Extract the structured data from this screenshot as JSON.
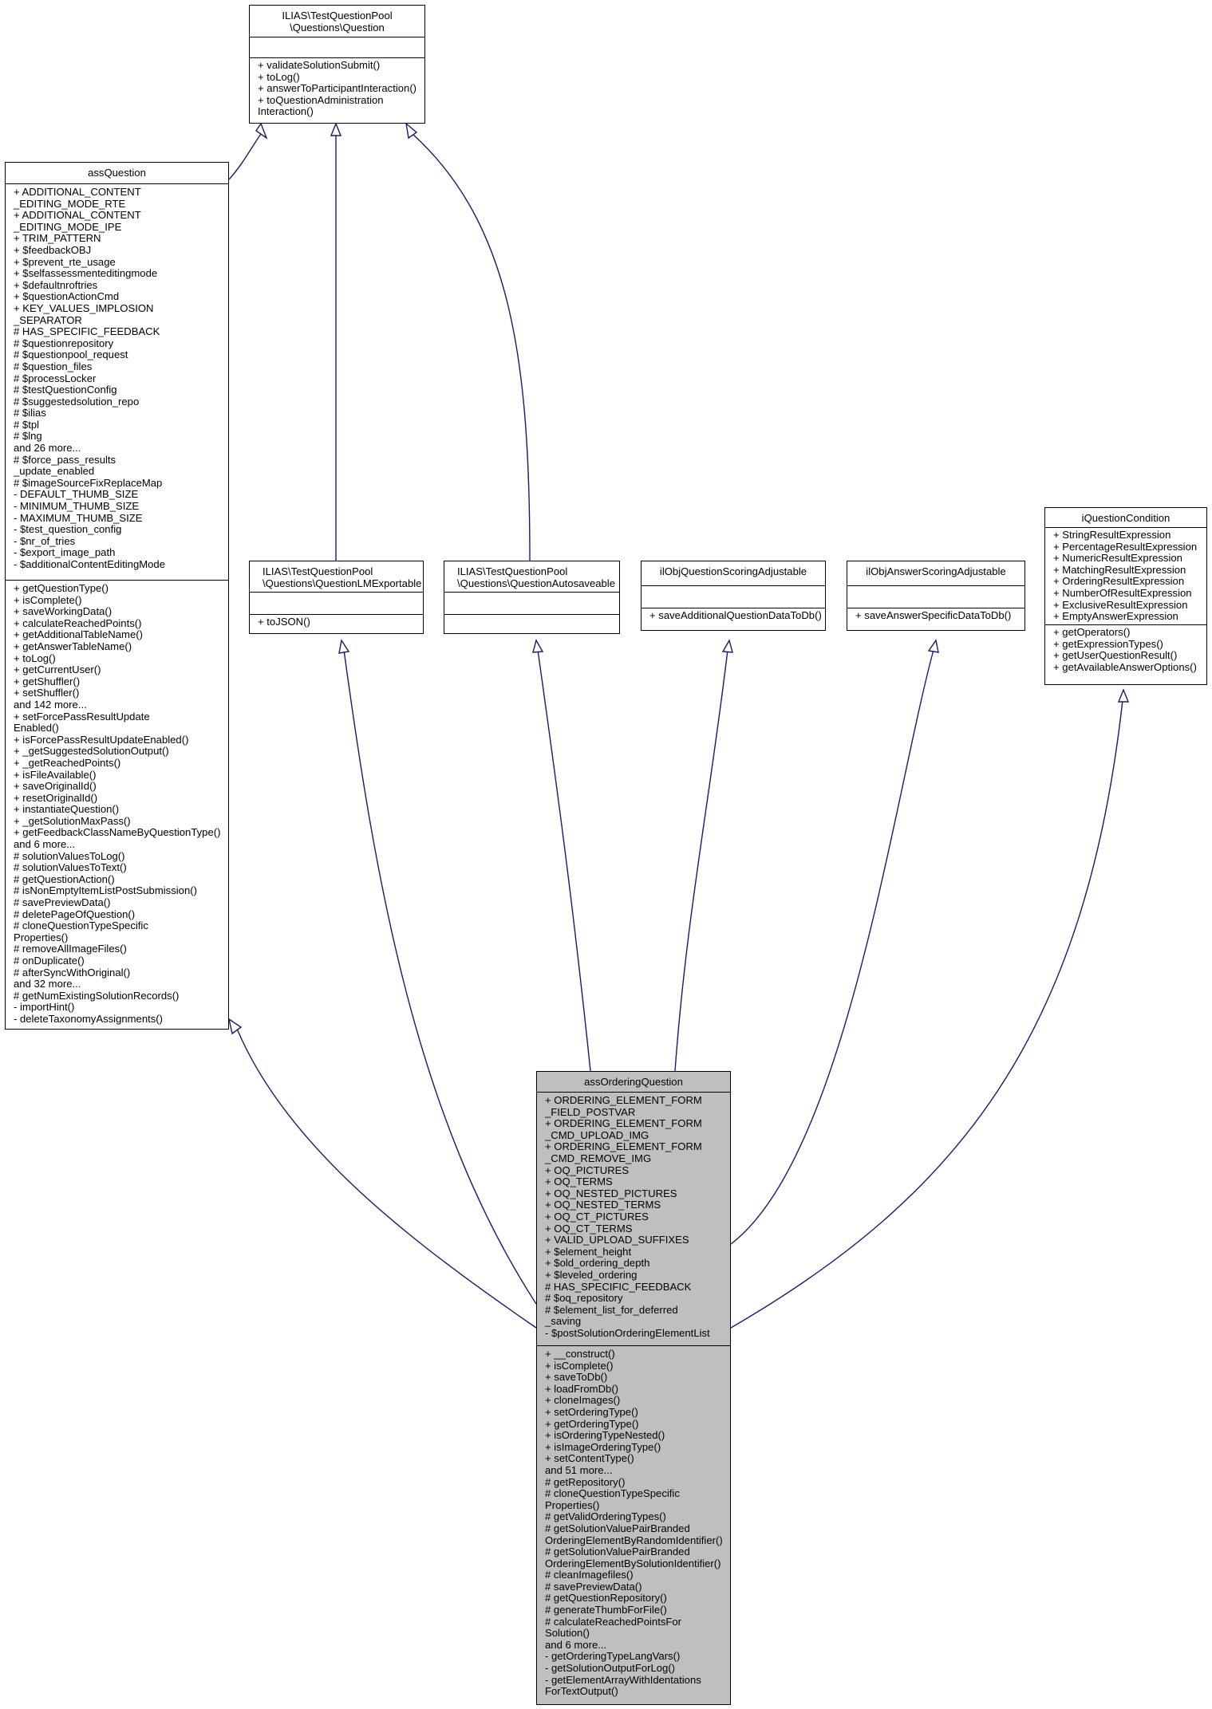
{
  "classes": {
    "question": {
      "name": "ILIAS\\TestQuestionPool\n\\Questions\\Question",
      "attributes": [],
      "operations": [
        "+ validateSolutionSubmit()",
        "+ toLog()",
        "+ answerToParticipantInteraction()",
        "+ toQuestionAdministration",
        "Interaction()"
      ]
    },
    "assQuestion": {
      "name": "assQuestion",
      "attributes": [
        "+ ADDITIONAL_CONTENT",
        "_EDITING_MODE_RTE",
        "+ ADDITIONAL_CONTENT",
        "_EDITING_MODE_IPE",
        "+ TRIM_PATTERN",
        "+ $feedbackOBJ",
        "+ $prevent_rte_usage",
        "+ $selfassessmenteditingmode",
        "+ $defaultnroftries",
        "+ $questionActionCmd",
        "+ KEY_VALUES_IMPLOSION",
        "_SEPARATOR",
        "# HAS_SPECIFIC_FEEDBACK",
        "# $questionrepository",
        "# $questionpool_request",
        "# $question_files",
        "# $processLocker",
        "# $testQuestionConfig",
        "# $suggestedsolution_repo",
        "# $ilias",
        "# $tpl",
        "# $lng",
        "and 26 more...",
        "# $force_pass_results",
        "_update_enabled",
        "# $imageSourceFixReplaceMap",
        "- DEFAULT_THUMB_SIZE",
        "- MINIMUM_THUMB_SIZE",
        "- MAXIMUM_THUMB_SIZE",
        "- $test_question_config",
        "- $nr_of_tries",
        "- $export_image_path",
        "- $additionalContentEditingMode"
      ],
      "operations": [
        "+ getQuestionType()",
        "+ isComplete()",
        "+ saveWorkingData()",
        "+ calculateReachedPoints()",
        "+ getAdditionalTableName()",
        "+ getAnswerTableName()",
        "+ toLog()",
        "+ getCurrentUser()",
        "+ getShuffler()",
        "+ setShuffler()",
        "and 142 more...",
        "+ setForcePassResultUpdate",
        "Enabled()",
        "+ isForcePassResultUpdateEnabled()",
        "+ _getSuggestedSolutionOutput()",
        "+ _getReachedPoints()",
        "+ isFileAvailable()",
        "+ saveOriginalId()",
        "+ resetOriginalId()",
        "+ instantiateQuestion()",
        "+ _getSolutionMaxPass()",
        "+ getFeedbackClassNameByQuestionType()",
        "and 6 more...",
        "# solutionValuesToLog()",
        "# solutionValuesToText()",
        "# getQuestionAction()",
        "# isNonEmptyItemListPostSubmission()",
        "# savePreviewData()",
        "# deletePageOfQuestion()",
        "# cloneQuestionTypeSpecific",
        "Properties()",
        "# removeAllImageFiles()",
        "# onDuplicate()",
        "# afterSyncWithOriginal()",
        "and 32 more...",
        "# getNumExistingSolutionRecords()",
        "- importHint()",
        "- deleteTaxonomyAssignments()"
      ]
    },
    "lmExportable": {
      "name": "ILIAS\\TestQuestionPool\n\\Questions\\QuestionLMExportable",
      "attributes": [],
      "operations": [
        "+ toJSON()"
      ]
    },
    "autosaveable": {
      "name": "ILIAS\\TestQuestionPool\n\\Questions\\QuestionAutosaveable",
      "attributes": [],
      "operations": []
    },
    "questionScoring": {
      "name": "ilObjQuestionScoringAdjustable",
      "attributes": [],
      "operations": [
        "+ saveAdditionalQuestionDataToDb()"
      ]
    },
    "answerScoring": {
      "name": "ilObjAnswerScoringAdjustable",
      "attributes": [],
      "operations": [
        "+ saveAnswerSpecificDataToDb()"
      ]
    },
    "iQuestionCondition": {
      "name": "iQuestionCondition",
      "attributes": [
        "+ StringResultExpression",
        "+ PercentageResultExpression",
        "+ NumericResultExpression",
        "+ MatchingResultExpression",
        "+ OrderingResultExpression",
        "+ NumberOfResultExpression",
        "+ ExclusiveResultExpression",
        "+ EmptyAnswerExpression"
      ],
      "operations": [
        "+ getOperators()",
        "+ getExpressionTypes()",
        "+ getUserQuestionResult()",
        "+ getAvailableAnswerOptions()"
      ]
    },
    "assOrderingQuestion": {
      "name": "assOrderingQuestion",
      "attributes": [
        "+ ORDERING_ELEMENT_FORM",
        "_FIELD_POSTVAR",
        "+ ORDERING_ELEMENT_FORM",
        "_CMD_UPLOAD_IMG",
        "+ ORDERING_ELEMENT_FORM",
        "_CMD_REMOVE_IMG",
        "+ OQ_PICTURES",
        "+ OQ_TERMS",
        "+ OQ_NESTED_PICTURES",
        "+ OQ_NESTED_TERMS",
        "+ OQ_CT_PICTURES",
        "+ OQ_CT_TERMS",
        "+ VALID_UPLOAD_SUFFIXES",
        "+ $element_height",
        "+ $old_ordering_depth",
        "+ $leveled_ordering",
        "# HAS_SPECIFIC_FEEDBACK",
        "# $oq_repository",
        "# $element_list_for_deferred",
        "_saving",
        "- $postSolutionOrderingElementList"
      ],
      "operations": [
        "+ __construct()",
        "+ isComplete()",
        "+ saveToDb()",
        "+ loadFromDb()",
        "+ cloneImages()",
        "+ setOrderingType()",
        "+ getOrderingType()",
        "+ isOrderingTypeNested()",
        "+ isImageOrderingType()",
        "+ setContentType()",
        "and 51 more...",
        "# getRepository()",
        "# cloneQuestionTypeSpecific",
        "Properties()",
        "# getValidOrderingTypes()",
        "# getSolutionValuePairBranded",
        "OrderingElementByRandomIdentifier()",
        "# getSolutionValuePairBranded",
        "OrderingElementBySolutionIdentifier()",
        "# cleanImagefiles()",
        "# savePreviewData()",
        "# getQuestionRepository()",
        "# generateThumbForFile()",
        "# calculateReachedPointsFor",
        "Solution()",
        "and 6 more...",
        "- getOrderingTypeLangVars()",
        "- getSolutionOutputForLog()",
        "- getElementArrayWithIdentations",
        "ForTextOutput()"
      ]
    }
  },
  "relations": [
    {
      "from": "assQuestion",
      "to": "question",
      "type": "realization"
    },
    {
      "from": "lmExportable",
      "to": "question",
      "type": "realization"
    },
    {
      "from": "autosaveable",
      "to": "question",
      "type": "realization"
    },
    {
      "from": "assOrderingQuestion",
      "to": "assQuestion",
      "type": "realization"
    },
    {
      "from": "assOrderingQuestion",
      "to": "lmExportable",
      "type": "realization"
    },
    {
      "from": "assOrderingQuestion",
      "to": "autosaveable",
      "type": "realization"
    },
    {
      "from": "assOrderingQuestion",
      "to": "questionScoring",
      "type": "realization"
    },
    {
      "from": "assOrderingQuestion",
      "to": "answerScoring",
      "type": "realization"
    },
    {
      "from": "assOrderingQuestion",
      "to": "iQuestionCondition",
      "type": "realization"
    }
  ],
  "colors": {
    "edge": "#191970",
    "main_fill": "#bfbfbf",
    "box_fill": "#ffffff",
    "border": "#000000"
  }
}
